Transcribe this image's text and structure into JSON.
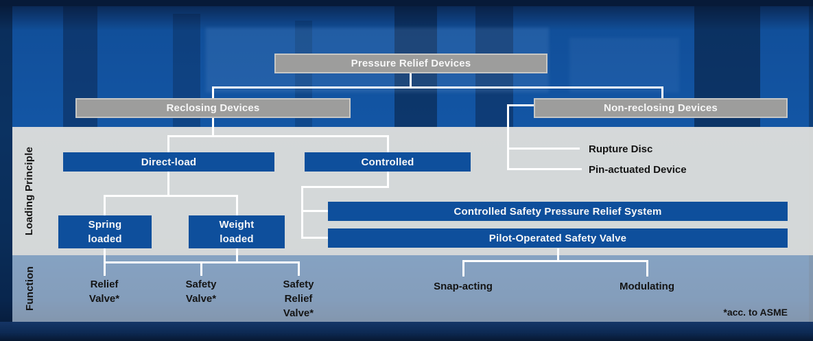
{
  "tree": {
    "root": "Pressure Relief Devices",
    "reclosing": "Reclosing Devices",
    "non_reclosing": "Non-reclosing Devices",
    "direct_load": "Direct-load",
    "controlled": "Controlled",
    "rupture_disc": "Rupture Disc",
    "pin_actuated": "Pin-actuated Device",
    "spring_loaded": "Spring\nloaded",
    "weight_loaded": "Weight\nloaded",
    "csprs": "Controlled Safety Pressure Relief System",
    "pilot_operated": "Pilot-Operated Safety Valve",
    "relief_valve": "Relief\nValve*",
    "safety_valve": "Safety\nValve*",
    "safety_relief_valve": "Safety\nRelief\nValve*",
    "snap_acting": "Snap-acting",
    "modulating": "Modulating"
  },
  "sections": {
    "loading_principle": "Loading Principle",
    "function": "Function"
  },
  "footnote": "*acc. to ASME",
  "colors": {
    "box_blue": "#0e4f9c",
    "box_gray": "#9d9d9c",
    "band_light_gray": "#dfdfdc",
    "connector_white": "#ffffff",
    "label_black": "#141414",
    "background_blue": "#1356a5"
  }
}
